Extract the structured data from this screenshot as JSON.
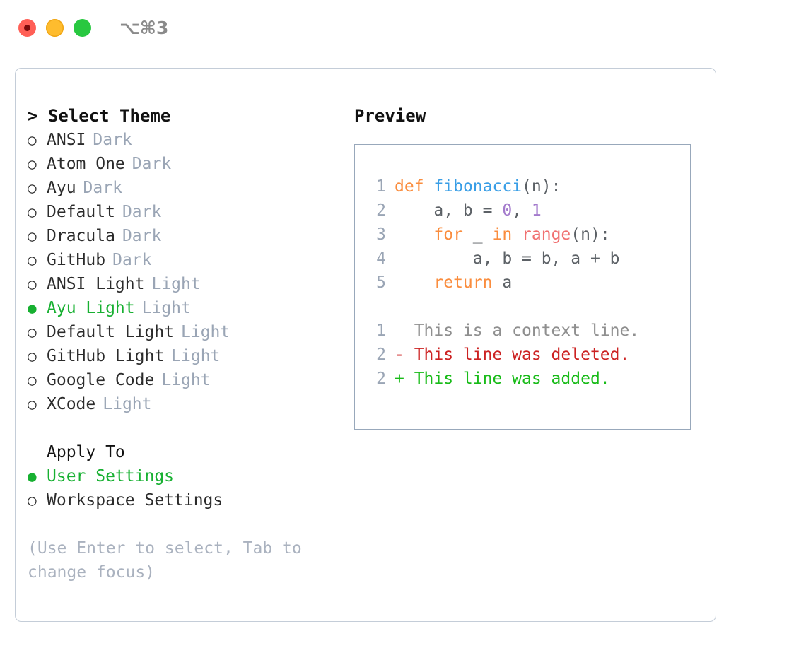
{
  "window": {
    "traffic_lights": [
      "close",
      "minimize",
      "maximize"
    ],
    "shortcut": "⌥⌘3",
    "accent_green": "#17b031",
    "muted": "#9aa5b5"
  },
  "theme_picker": {
    "header": "> Select Theme",
    "options": [
      {
        "bullet": "○",
        "label": "ANSI",
        "suffix": "Dark",
        "selected": false
      },
      {
        "bullet": "○",
        "label": "Atom One",
        "suffix": "Dark",
        "selected": false
      },
      {
        "bullet": "○",
        "label": "Ayu",
        "suffix": "Dark",
        "selected": false
      },
      {
        "bullet": "○",
        "label": "Default",
        "suffix": "Dark",
        "selected": false
      },
      {
        "bullet": "○",
        "label": "Dracula",
        "suffix": "Dark",
        "selected": false
      },
      {
        "bullet": "○",
        "label": "GitHub",
        "suffix": "Dark",
        "selected": false
      },
      {
        "bullet": "○",
        "label": "ANSI Light",
        "suffix": "Light",
        "selected": false
      },
      {
        "bullet": "●",
        "label": "Ayu Light",
        "suffix": "Light",
        "selected": true
      },
      {
        "bullet": "○",
        "label": "Default Light",
        "suffix": "Light",
        "selected": false
      },
      {
        "bullet": "○",
        "label": "GitHub Light",
        "suffix": "Light",
        "selected": false
      },
      {
        "bullet": "○",
        "label": "Google Code",
        "suffix": "Light",
        "selected": false
      },
      {
        "bullet": "○",
        "label": "XCode",
        "suffix": "Light",
        "selected": false
      }
    ]
  },
  "apply_to": {
    "header": "Apply To",
    "options": [
      {
        "bullet": "●",
        "label": "User Settings",
        "selected": true
      },
      {
        "bullet": "○",
        "label": "Workspace Settings",
        "selected": false
      }
    ]
  },
  "hint": "(Use Enter to select, Tab to change focus)",
  "preview": {
    "header": "Preview",
    "code_lines": [
      {
        "no": "1",
        "tokens": [
          {
            "t": "def",
            "c": "tok-kw"
          },
          {
            "t": " ",
            "c": "tok-plain"
          },
          {
            "t": "fibonacci",
            "c": "tok-fn"
          },
          {
            "t": "(n):",
            "c": "tok-plain"
          }
        ]
      },
      {
        "no": "2",
        "tokens": [
          {
            "t": "    a, b = ",
            "c": "tok-plain"
          },
          {
            "t": "0",
            "c": "tok-num"
          },
          {
            "t": ", ",
            "c": "tok-plain"
          },
          {
            "t": "1",
            "c": "tok-num"
          }
        ]
      },
      {
        "no": "3",
        "tokens": [
          {
            "t": "    ",
            "c": "tok-plain"
          },
          {
            "t": "for",
            "c": "tok-kw"
          },
          {
            "t": " _ ",
            "c": "tok-plain"
          },
          {
            "t": "in",
            "c": "tok-kw"
          },
          {
            "t": " ",
            "c": "tok-plain"
          },
          {
            "t": "range",
            "c": "tok-builtin"
          },
          {
            "t": "(n):",
            "c": "tok-plain"
          }
        ]
      },
      {
        "no": "4",
        "tokens": [
          {
            "t": "        a, b = b, a + b",
            "c": "tok-plain"
          }
        ]
      },
      {
        "no": "5",
        "tokens": [
          {
            "t": "    ",
            "c": "tok-plain"
          },
          {
            "t": "return",
            "c": "tok-kw"
          },
          {
            "t": " a",
            "c": "tok-plain"
          }
        ]
      },
      {
        "no": "",
        "tokens": [
          {
            "t": "",
            "c": "tok-plain"
          }
        ]
      },
      {
        "no": "1",
        "tokens": [
          {
            "t": "  This is a context line.",
            "c": "diff-ctx"
          }
        ]
      },
      {
        "no": "2",
        "tokens": [
          {
            "t": "- This line was deleted.",
            "c": "diff-del"
          }
        ]
      },
      {
        "no": "2",
        "tokens": [
          {
            "t": "+ This line was added.",
            "c": "diff-add"
          }
        ]
      }
    ]
  }
}
